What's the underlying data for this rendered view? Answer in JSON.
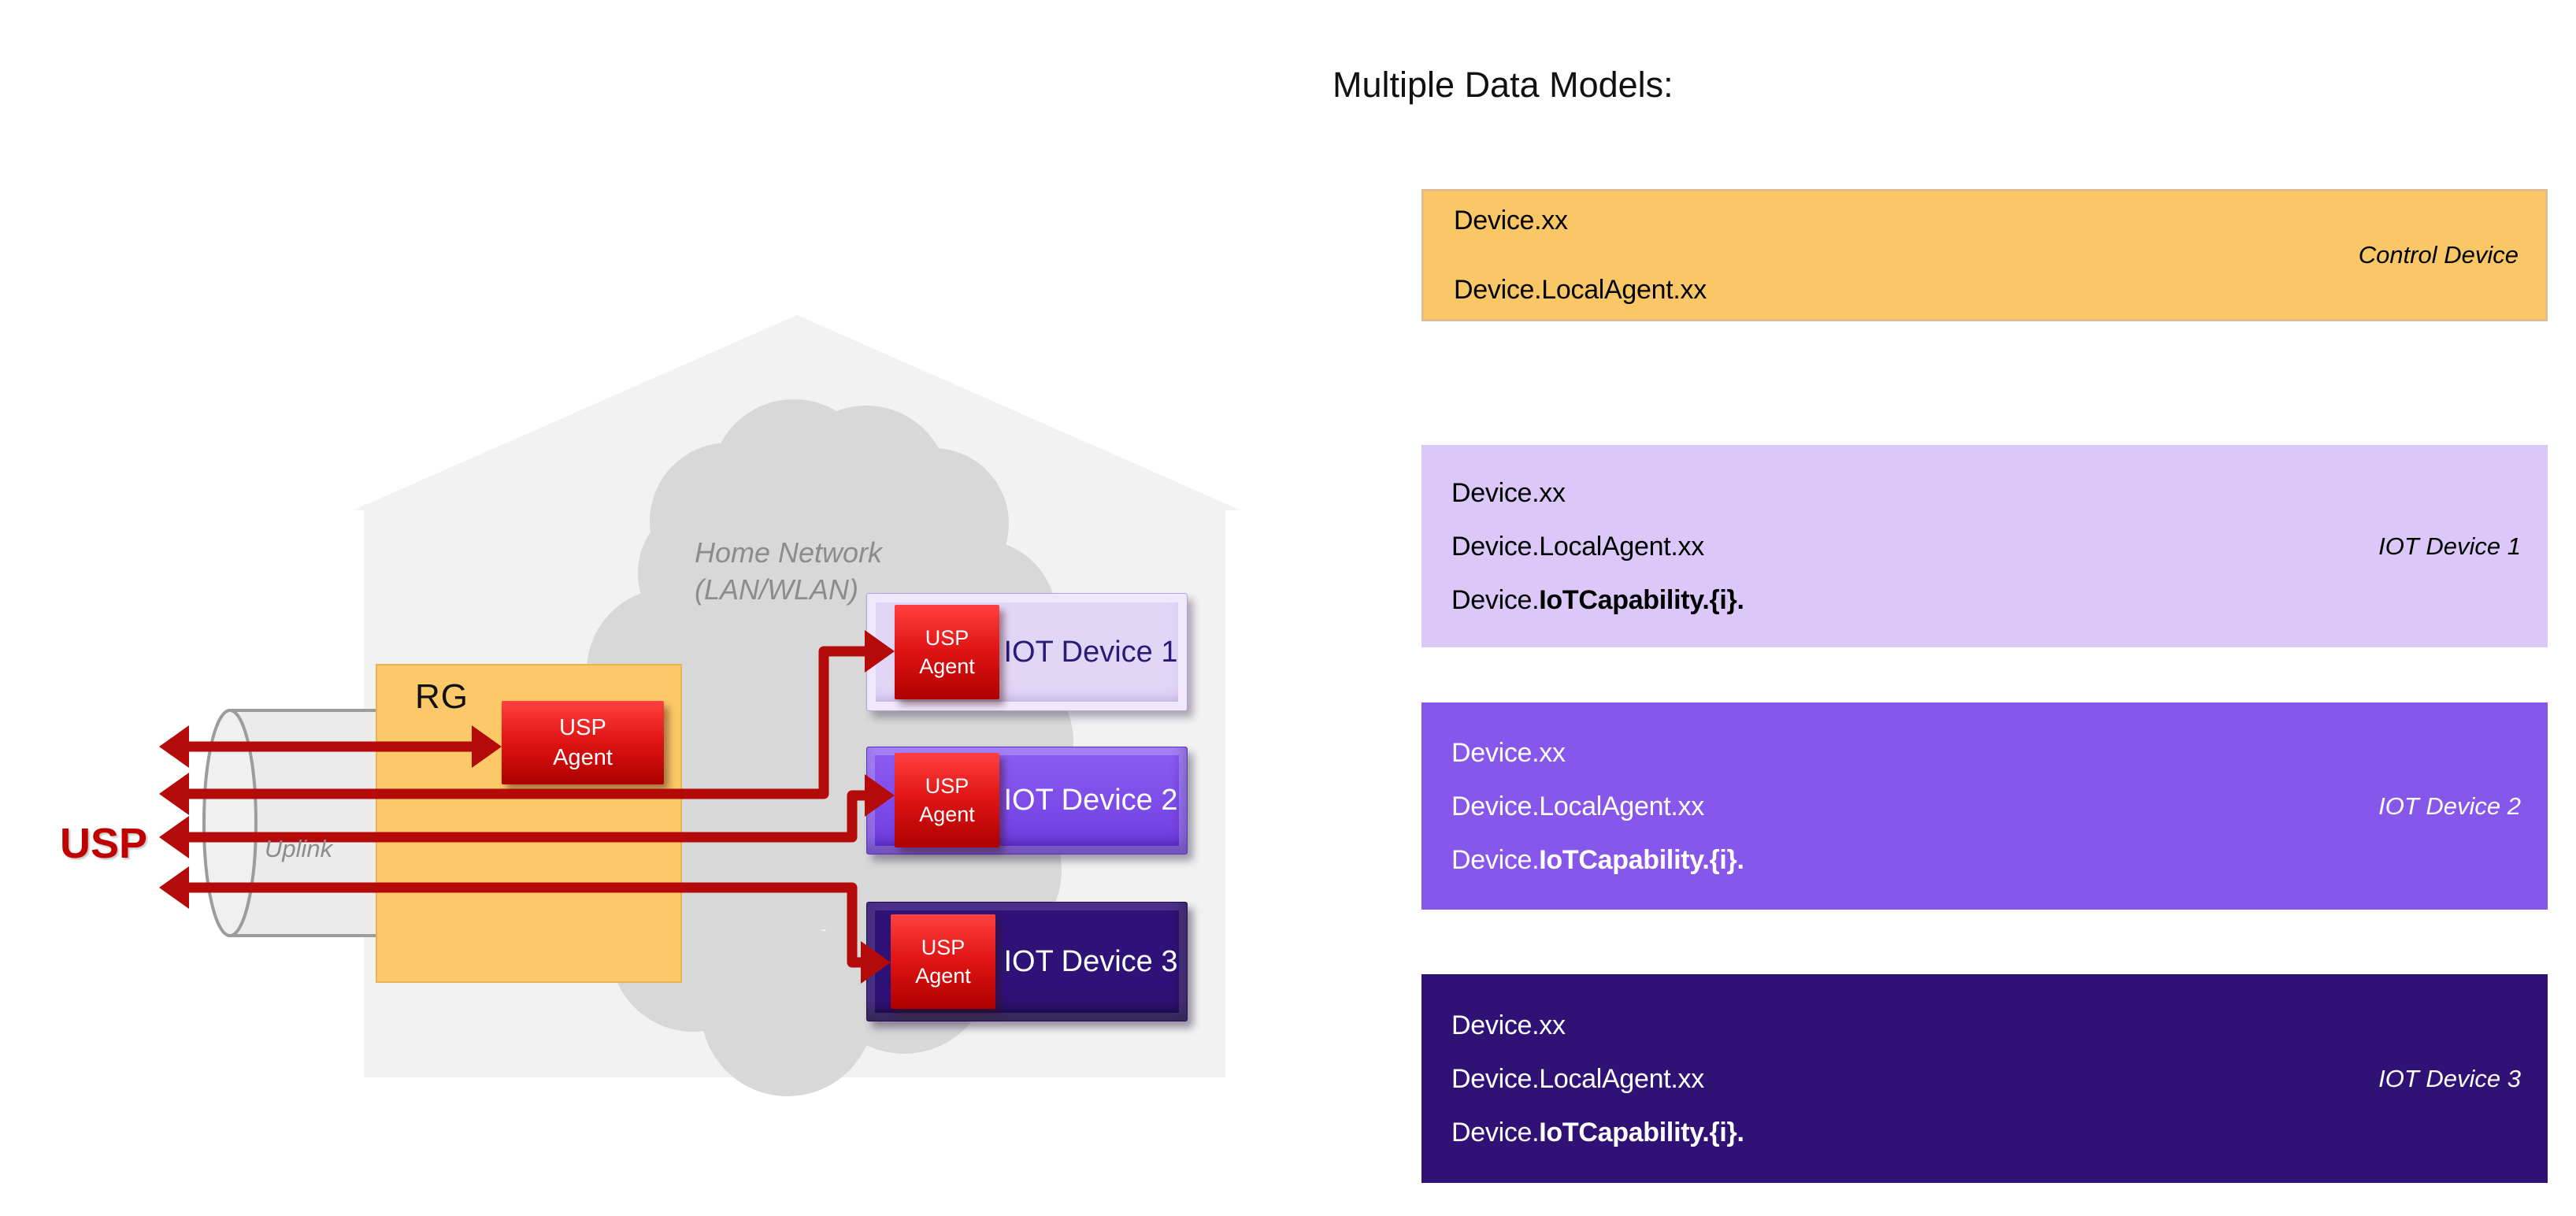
{
  "title": "Multiple Data Models:",
  "diagram": {
    "usp_label": "USP",
    "uplink_label": "Uplink",
    "home_network": {
      "line1": "Home Network",
      "line2": "(LAN/WLAN)"
    },
    "rg_label": "RG",
    "agent": {
      "line1": "USP",
      "line2": "Agent"
    },
    "devices": [
      {
        "label": "IOT Device 1"
      },
      {
        "label": "IOT Device 2"
      },
      {
        "label": "IOT Device 3"
      }
    ]
  },
  "models": [
    {
      "tag": "Control Device",
      "bg": "#FAC766",
      "rows": [
        {
          "t": "Device.xx",
          "b": ""
        },
        {
          "t": "Device.LocalAgent.xx",
          "b": ""
        }
      ]
    },
    {
      "tag": "IOT Device 1",
      "bg": "#DBC8F8",
      "rows": [
        {
          "t": "Device.xx",
          "b": ""
        },
        {
          "t": "Device.LocalAgent.xx",
          "b": ""
        },
        {
          "t": "Device.",
          "b": "IoTCapability.{i}."
        }
      ]
    },
    {
      "tag": "IOT Device 2",
      "bg": "#8756EA",
      "rows": [
        {
          "t": "Device.xx",
          "b": ""
        },
        {
          "t": "Device.LocalAgent.xx",
          "b": ""
        },
        {
          "t": "Device.",
          "b": "IoTCapability.{i}."
        }
      ]
    },
    {
      "tag": "IOT Device 3",
      "bg": "#301277",
      "rows": [
        {
          "t": "Device.xx",
          "b": ""
        },
        {
          "t": "Device.LocalAgent.xx",
          "b": ""
        },
        {
          "t": "Device.",
          "b": "IoTCapability.{i}."
        }
      ]
    }
  ],
  "colors": {
    "arrow_red": "#B50A0A",
    "usp_text_red": "#C00000",
    "rg_orange": "#FBC968",
    "control_orange": "#FAC766",
    "iot1_lavender": "#DBC8F8",
    "iot2_purple": "#8756EA",
    "iot3_indigo": "#301277",
    "house_gray": "#F2F2F2",
    "cloud_gray": "#D8D8D8"
  }
}
